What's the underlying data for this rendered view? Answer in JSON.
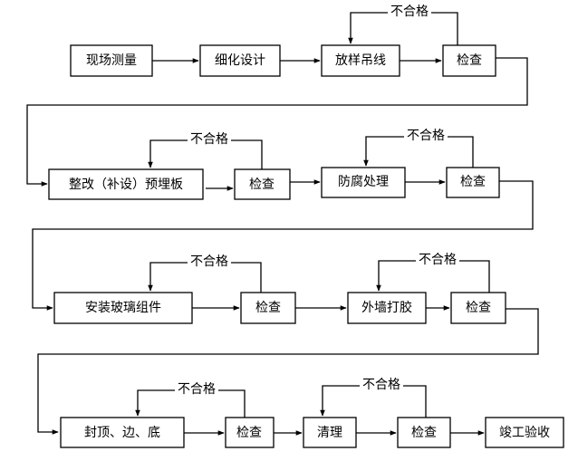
{
  "nodes": {
    "n1": "现场测量",
    "n2": "细化设计",
    "n3": "放样吊线",
    "n4": "检查",
    "n5": "整改（补设）预埋板",
    "n6": "检查",
    "n7": "防腐处理",
    "n8": "检查",
    "n9": "安装玻璃组件",
    "n10": "检查",
    "n11": "外墙打胶",
    "n12": "检查",
    "n13": "封顶、边、底",
    "n14": "检查",
    "n15": "清理",
    "n16": "检查",
    "n17": "竣工验收"
  },
  "loops": {
    "fail_label": "不合格"
  }
}
